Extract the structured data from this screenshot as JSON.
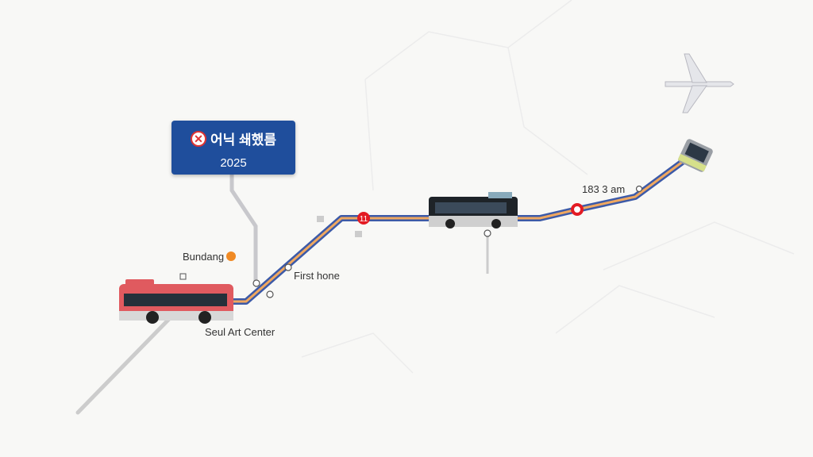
{
  "sign": {
    "title": "어닉 쇄했름",
    "year": "2025",
    "icon": "no-entry-icon"
  },
  "labels": {
    "bundang": "Bundang",
    "first_stop": "First hone",
    "art_center": "Seul Art Center",
    "time": "183 3 am",
    "route_number": "11"
  },
  "colors": {
    "sign_bg": "#1f4e9c",
    "route_blue": "#3c5aa8",
    "route_orange": "#f0a860",
    "stop_red": "#e31b23"
  }
}
